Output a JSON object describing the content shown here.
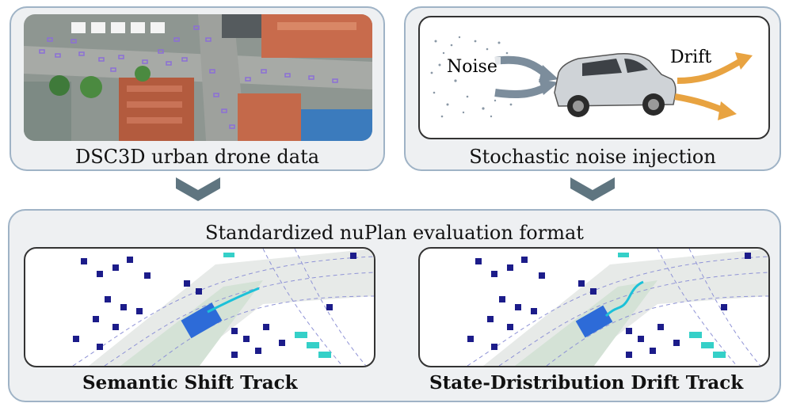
{
  "top_left": {
    "caption": "DSC3D urban drone data"
  },
  "top_right": {
    "caption": "Stochastic noise injection",
    "noise_label": "Noise",
    "drift_label": "Drift"
  },
  "bottom": {
    "title": "Standardized nuPlan evaluation format",
    "left_track": "Semantic Shift Track",
    "right_track": "State-Dristribution Drift Track"
  }
}
